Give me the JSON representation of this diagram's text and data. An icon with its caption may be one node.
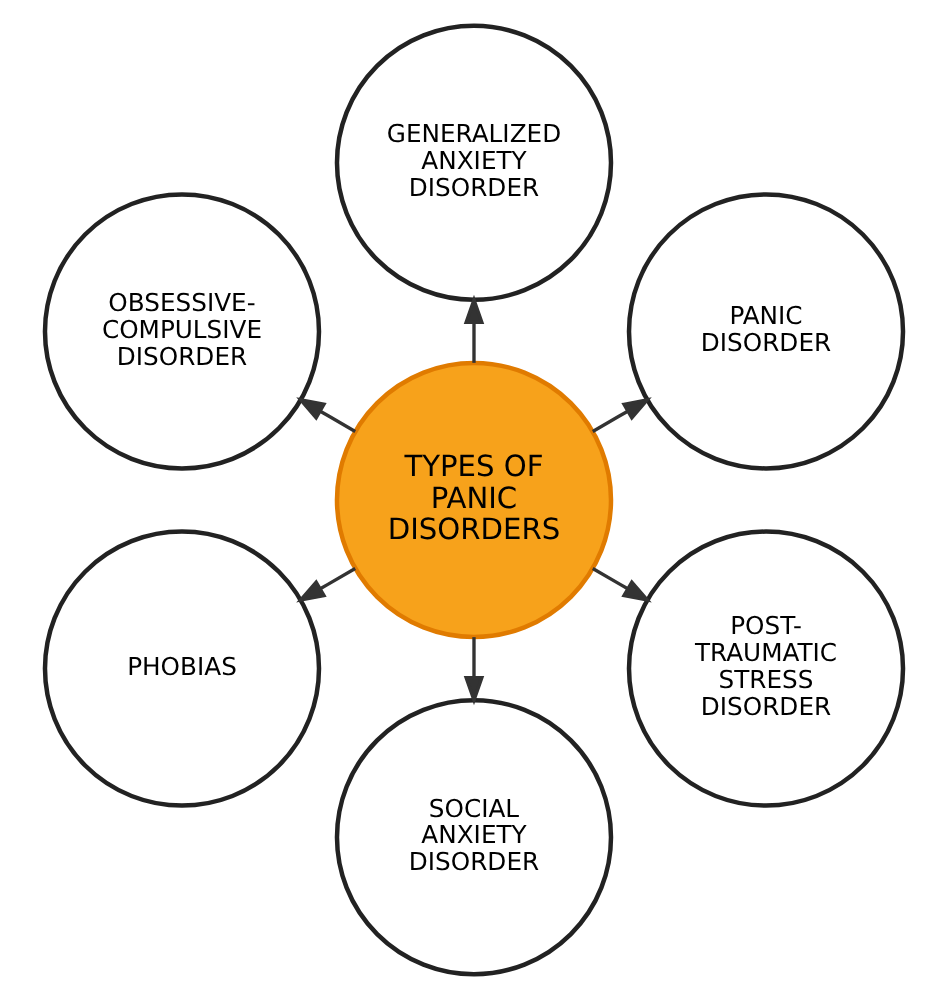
{
  "diagram": {
    "nodes": [
      {
        "text": [
          "TYPES OF PANIC DISORDERS"
        ]
      },
      {
        "text": [
          "PANIC DISORDER"
        ]
      },
      {
        "text": [
          "GENERALIZED ANXIETY DISORDER"
        ]
      },
      {
        "text": [
          "OBSESSIVE-COMPULSIVE DISORDER"
        ]
      },
      {
        "text": [
          "PHOBIAS"
        ]
      },
      {
        "text": [
          "SOCIAL ANXIETY DISORDER"
        ]
      },
      {
        "text": [
          "POST-TRAUMATIC STRESS DISORDER"
        ]
      }
    ],
    "edges": [
      {
        "from": 0,
        "to": 1,
        "arrow": "to"
      },
      {
        "from": 0,
        "to": 2,
        "arrow": "to"
      },
      {
        "from": 0,
        "to": 3,
        "arrow": "to"
      },
      {
        "from": 0,
        "to": 4,
        "arrow": "to"
      },
      {
        "from": 0,
        "to": 5,
        "arrow": "to"
      },
      {
        "from": 0,
        "to": 6,
        "arrow": "to"
      }
    ]
  }
}
